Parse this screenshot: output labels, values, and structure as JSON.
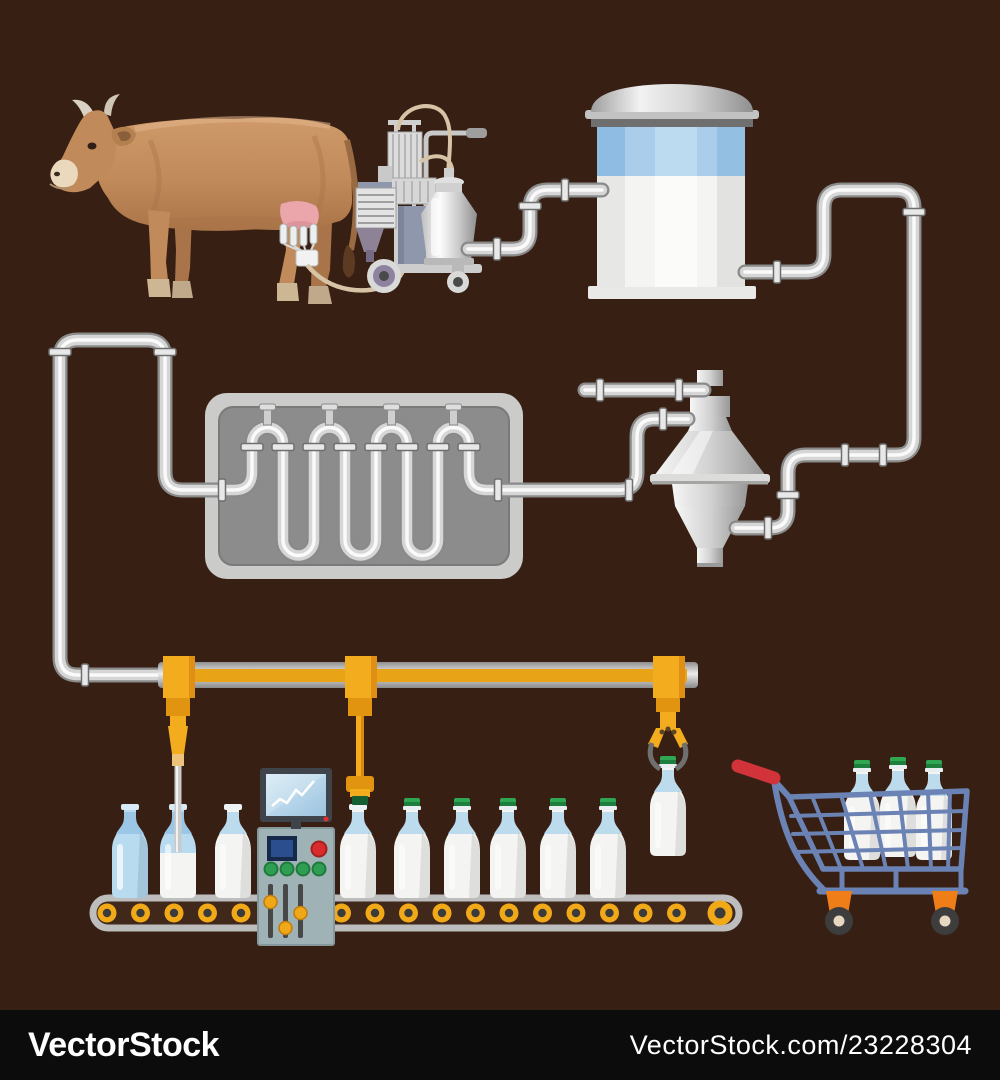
{
  "watermark": {
    "brand": "VectorStock",
    "credit": "VectorStock.com/23228304"
  },
  "theme": {
    "background": "#372013",
    "bar": "#0c0c0c",
    "text": "#ffffff",
    "accent_yellow": "#f3ac1e",
    "accent_orange": "#e0940f",
    "milk_white": "#f4f4f2",
    "glass_blue": "#a9cdeb",
    "glass_blue_light": "#bcdcee",
    "cap_green": "#2fa652",
    "cap_green_dark": "#1d7f3d",
    "cart_blue": "#6b82b4",
    "handle_red": "#d2333b",
    "wheel_orange": "#ef7d18",
    "cow_tan": "#c18a5b",
    "panel_teal": "#9fb3b6",
    "conveyor_roller": "#f2a918",
    "pipe_silver": "#d6d6d6"
  },
  "scene": {
    "description": "Milk production process: cow with milking machine, storage tank, pasteurization coil, separator, bottling conveyor with robotic filling, capping and gripper arms, control panel, shopping cart with milk bottles",
    "components": [
      "cow",
      "milking-machine",
      "storage-tank",
      "pasteurizer",
      "separator",
      "filling-gantry",
      "conveyor",
      "control-panel",
      "shopping-cart"
    ]
  }
}
